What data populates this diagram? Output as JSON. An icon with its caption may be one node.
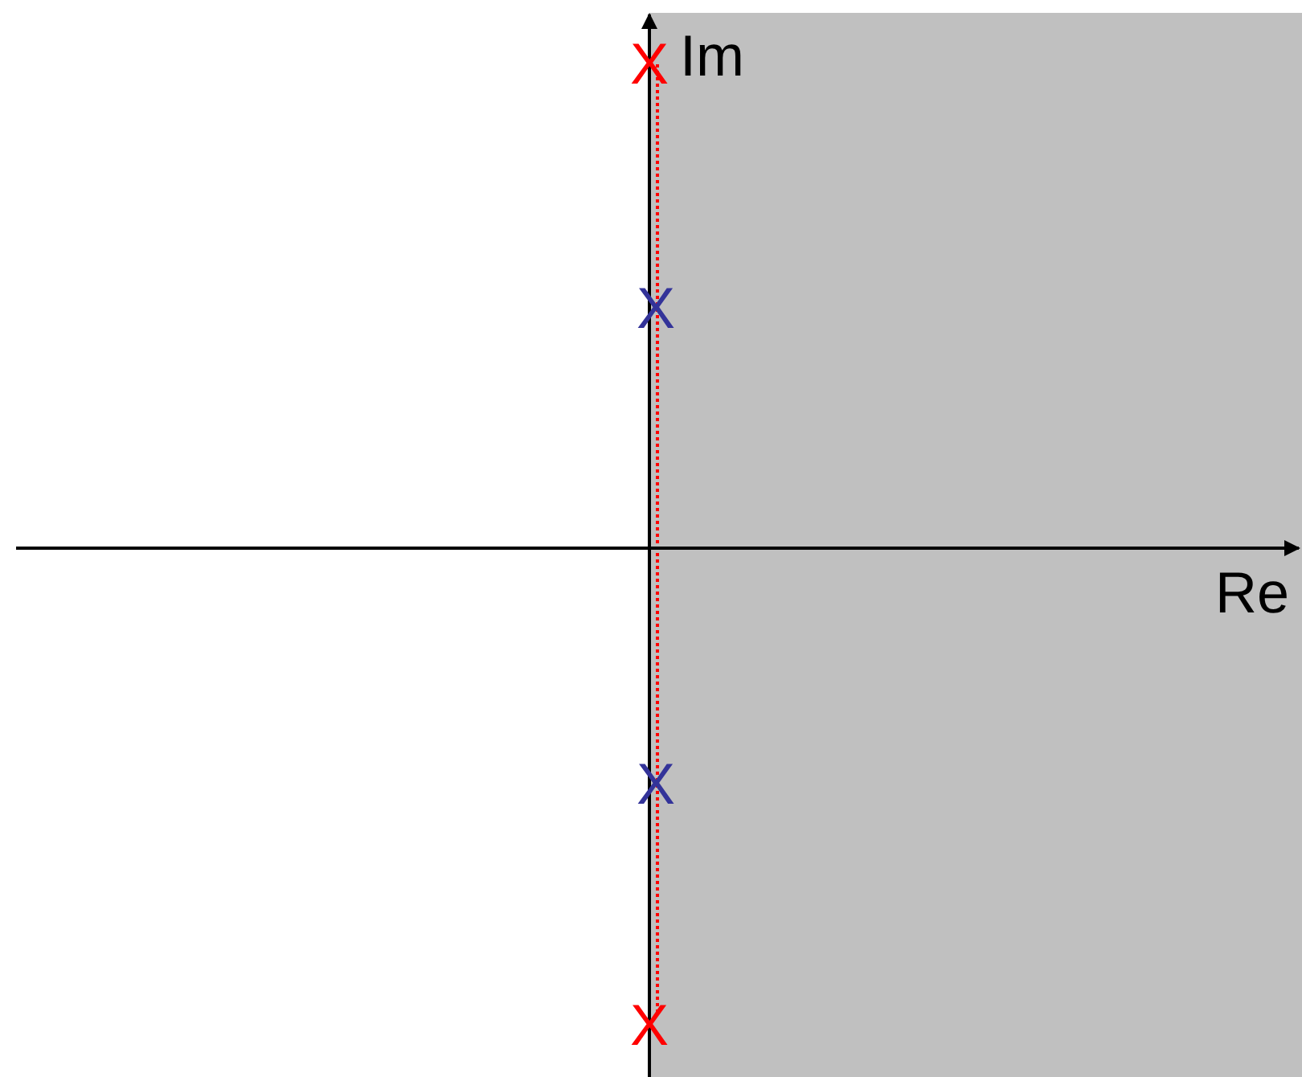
{
  "diagram": {
    "labels": [
      "X",
      "Im",
      "X",
      "Re",
      "X",
      "X"
    ]
  }
}
